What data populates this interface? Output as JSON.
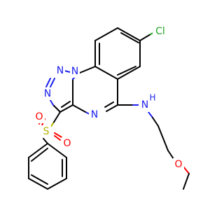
{
  "molecule": {
    "colors": {
      "carbon": "#000000",
      "nitrogen": "#1e22ee",
      "oxygen": "#ff0000",
      "sulfur": "#b4b400",
      "chlorine": "#1fa51f"
    },
    "atoms": {
      "cl": "Cl",
      "n_triazole_1": "N",
      "n_triazole_2": "N",
      "n_triazole_3": "N",
      "n_pyrimidine": "N",
      "n_amine": "N",
      "h_amine": "H",
      "s": "S",
      "o1": "O",
      "o2": "O",
      "o_methoxy": "O"
    }
  }
}
